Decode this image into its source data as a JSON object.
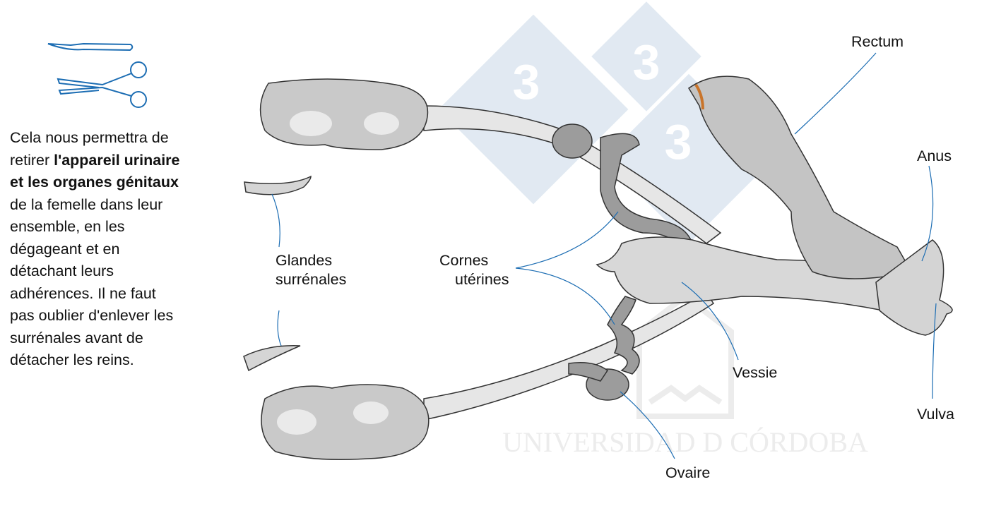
{
  "description": {
    "lines": [
      {
        "plain": "Cela nous permettra de",
        "bold": ""
      },
      {
        "plain": "retirer ",
        "bold": "l'appareil urinaire"
      },
      {
        "plain": "",
        "bold": "et les organes génitaux"
      },
      {
        "plain": "de la femelle dans leur",
        "bold": ""
      },
      {
        "plain": "ensemble, en les",
        "bold": ""
      },
      {
        "plain": "dégageant et en",
        "bold": ""
      },
      {
        "plain": "détachant leurs",
        "bold": ""
      },
      {
        "plain": "adhérences. Il ne faut",
        "bold": ""
      },
      {
        "plain": "pas oublier d'enlever les",
        "bold": ""
      },
      {
        "plain": "surrénales avant de",
        "bold": ""
      },
      {
        "plain": "détacher les reins.",
        "bold": ""
      }
    ]
  },
  "labels": {
    "glandes_1": "Glandes",
    "glandes_2": "surrénales",
    "cornes_1": "Cornes",
    "cornes_2": "utérines",
    "rectum": "Rectum",
    "anus": "Anus",
    "vessie": "Vessie",
    "vulva": "Vulva",
    "ovaire": "Ovaire"
  },
  "watermark": {
    "logo_digit": "3",
    "institution": "UNIVERSIDAD D CÓRDOBA"
  },
  "icons": [
    "scalpel-icon",
    "scissors-icon"
  ],
  "colors": {
    "leader": "#1c6db3",
    "organ": "#c4c4c4",
    "horn": "#9a9a9a",
    "watermark": "#dfe8f1"
  }
}
